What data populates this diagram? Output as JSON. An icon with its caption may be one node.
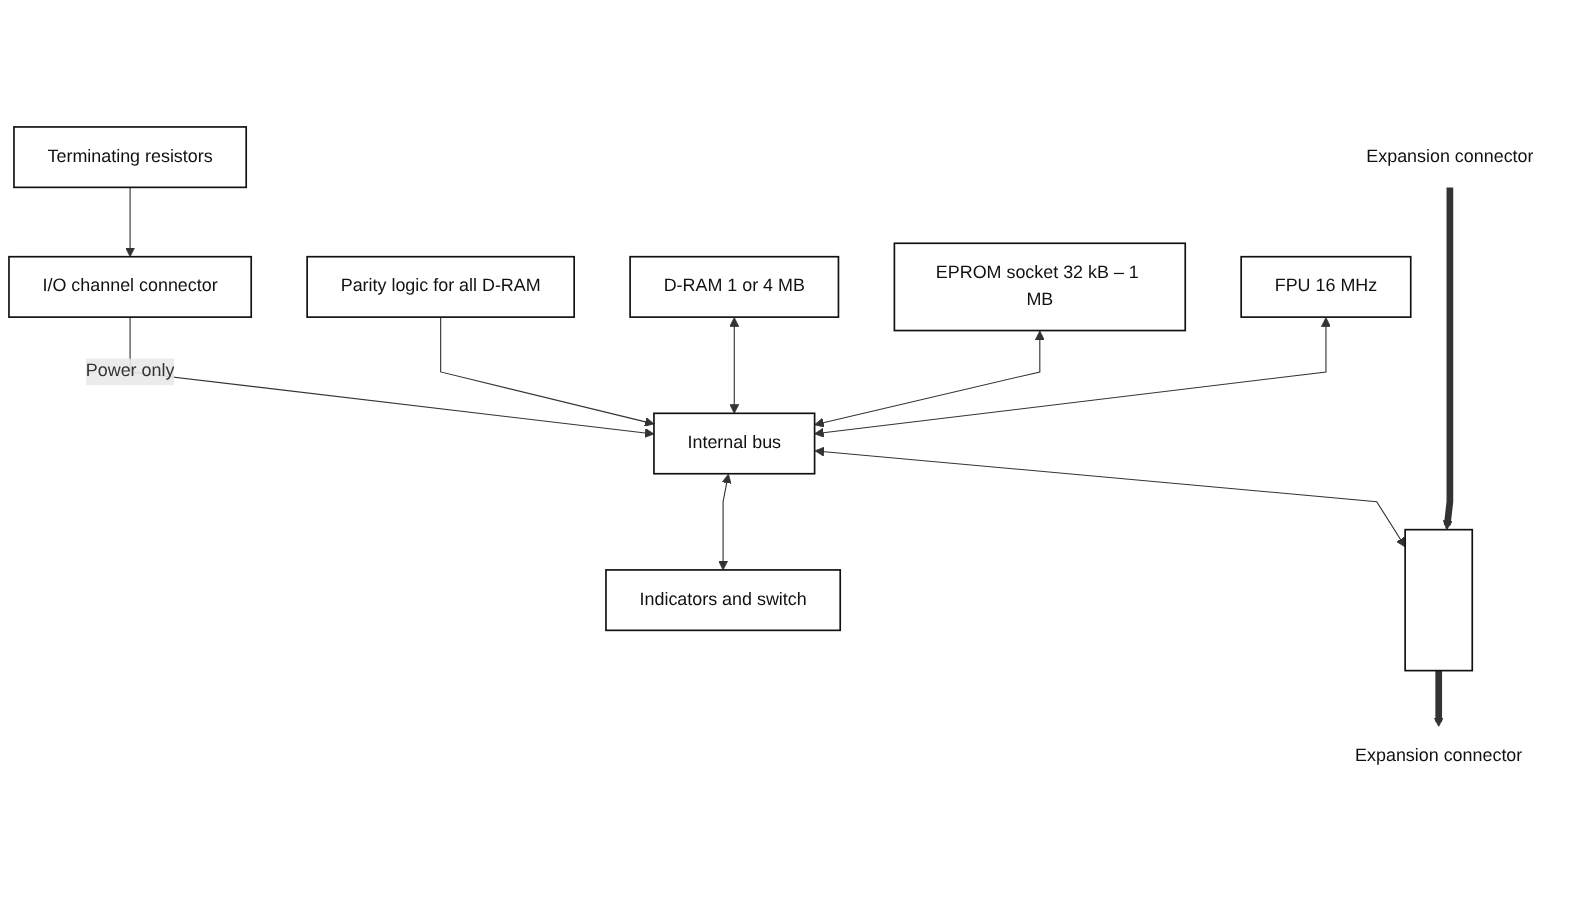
{
  "diagram": {
    "nodes": [
      {
        "text": [
          "FPU 16 MHz"
        ]
      },
      {
        "text": [
          "EPROM socket 32 kB – 1 MB"
        ]
      },
      {
        "text": [
          "D-RAM 1 or 4 MB"
        ]
      },
      {
        "text": [
          "Parity logic for all D-RAM"
        ]
      },
      {
        "text": [
          "Indicators and switch"
        ]
      },
      {
        "text": [
          "Internal bus"
        ]
      },
      {
        "text": [
          "Expansion connector"
        ]
      },
      {
        "text": [],
        "shape": "bar"
      },
      {
        "text": [
          "Terminating resistors"
        ]
      },
      {
        "text": [
          "I/O channel connector"
        ]
      },
      {
        "text": [
          "Expansion connector"
        ]
      }
    ],
    "edges": [
      {
        "from": 0,
        "to": 5,
        "arrow": "both"
      },
      {
        "from": 1,
        "to": 5,
        "arrow": "both"
      },
      {
        "from": 2,
        "to": 5,
        "arrow": "both"
      },
      {
        "from": 3,
        "to": 5,
        "arrow": "to"
      },
      {
        "from": 5,
        "to": 4,
        "arrow": "both"
      },
      {
        "from": 5,
        "to": 7,
        "arrow": "both"
      },
      {
        "from": 6,
        "to": 7,
        "arrow": "to",
        "style": "thick"
      },
      {
        "from": 7,
        "to": 10,
        "arrow": "to",
        "style": "thick"
      },
      {
        "from": 8,
        "to": 9,
        "arrow": "to"
      },
      {
        "from": 9,
        "to": 5,
        "arrow": "to",
        "label": "Power only"
      }
    ]
  }
}
